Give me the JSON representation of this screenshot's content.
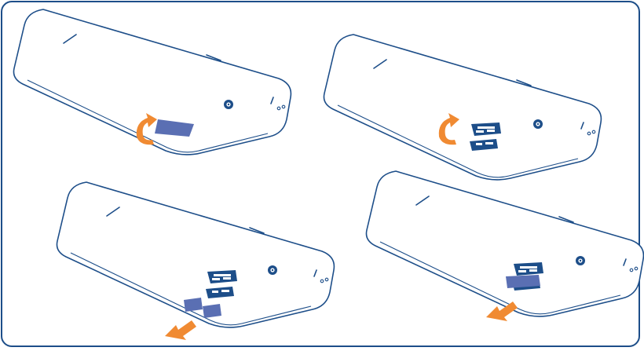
{
  "figure": {
    "panels": [
      {
        "id": "panel-1",
        "step": "remove-back-cover"
      },
      {
        "id": "panel-2",
        "step": "open-card-slot-cover"
      },
      {
        "id": "panel-3",
        "step": "insert-sim-and-microsd-cards"
      },
      {
        "id": "panel-4",
        "step": "close-card-slot-cover"
      }
    ],
    "colors": {
      "outline": "#1d4e89",
      "accent_arrow": "#f08a32",
      "card": "#5a6fb3",
      "slot": "#1d4e89",
      "background": "#ffffff"
    },
    "icons": [
      "tablet-outline",
      "camera-lens-icon",
      "flip-arrow-icon",
      "insert-arrow-icon",
      "sim-card-icon",
      "memory-card-icon",
      "card-slot-tray-icon"
    ]
  }
}
